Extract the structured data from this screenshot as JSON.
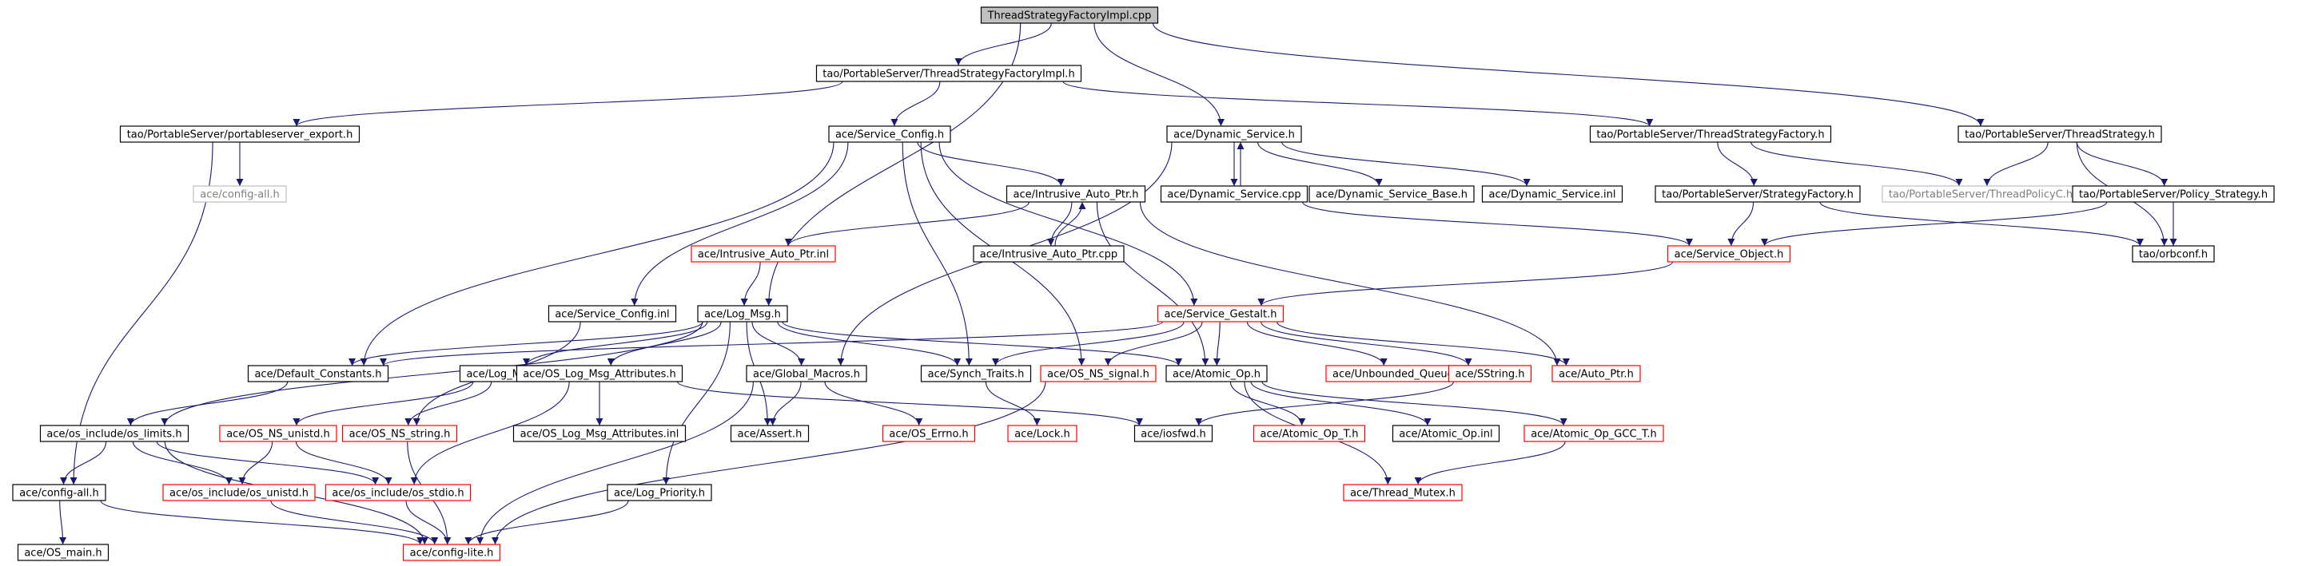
{
  "graph": {
    "root": "ThreadStrategyFactoryImpl.cpp",
    "palette": {
      "root_fill": "#bfbfbf",
      "root_stroke": "#000000",
      "normal_stroke": "#000000",
      "truncated_stroke": "#ff0000",
      "grey_stroke": "#bfbfbf",
      "grey_text": "#7f7f7f",
      "text": "#000000",
      "edge": "#191970"
    },
    "nodes": [
      {
        "id": "n_root",
        "label": "ThreadStrategyFactoryImpl.cpp",
        "kind": "root"
      },
      {
        "id": "n_tsfi_h",
        "label": "tao/PortableServer/ThreadStrategyFactoryImpl.h",
        "kind": "normal"
      },
      {
        "id": "n_pse",
        "label": "tao/PortableServer/portableserver_export.h",
        "kind": "normal"
      },
      {
        "id": "n_cfgall_grey",
        "label": "ace/config-all.h",
        "kind": "grey"
      },
      {
        "id": "n_svccfg",
        "label": "ace/Service_Config.h",
        "kind": "normal"
      },
      {
        "id": "n_dynsvc",
        "label": "ace/Dynamic_Service.h",
        "kind": "normal"
      },
      {
        "id": "n_tsf",
        "label": "tao/PortableServer/ThreadStrategyFactory.h",
        "kind": "normal"
      },
      {
        "id": "n_ts",
        "label": "tao/PortableServer/ThreadStrategy.h",
        "kind": "normal"
      },
      {
        "id": "n_iap",
        "label": "ace/Intrusive_Auto_Ptr.h",
        "kind": "normal"
      },
      {
        "id": "n_dyncpp",
        "label": "ace/Dynamic_Service.cpp",
        "kind": "normal"
      },
      {
        "id": "n_dynbase",
        "label": "ace/Dynamic_Service_Base.h",
        "kind": "normal"
      },
      {
        "id": "n_dyninl",
        "label": "ace/Dynamic_Service.inl",
        "kind": "normal"
      },
      {
        "id": "n_strat",
        "label": "tao/PortableServer/StrategyFactory.h",
        "kind": "normal"
      },
      {
        "id": "n_tpc",
        "label": "tao/PortableServer/ThreadPolicyC.h",
        "kind": "grey"
      },
      {
        "id": "n_pols",
        "label": "tao/PortableServer/Policy_Strategy.h",
        "kind": "normal"
      },
      {
        "id": "n_iapinl",
        "label": "ace/Intrusive_Auto_Ptr.inl",
        "kind": "truncated"
      },
      {
        "id": "n_iapcpp",
        "label": "ace/Intrusive_Auto_Ptr.cpp",
        "kind": "normal"
      },
      {
        "id": "n_svcobj",
        "label": "ace/Service_Object.h",
        "kind": "truncated"
      },
      {
        "id": "n_orbconf",
        "label": "tao/orbconf.h",
        "kind": "normal"
      },
      {
        "id": "n_svccfginl",
        "label": "ace/Service_Config.inl",
        "kind": "normal"
      },
      {
        "id": "n_logmsg",
        "label": "ace/Log_Msg.h",
        "kind": "normal"
      },
      {
        "id": "n_gestalt",
        "label": "ace/Service_Gestalt.h",
        "kind": "truncated"
      },
      {
        "id": "n_defc",
        "label": "ace/Default_Constants.h",
        "kind": "normal"
      },
      {
        "id": "n_logmsginl",
        "label": "ace/Log_Msg.inl",
        "kind": "normal"
      },
      {
        "id": "n_oslma",
        "label": "ace/OS_Log_Msg_Attributes.h",
        "kind": "normal"
      },
      {
        "id": "n_glob",
        "label": "ace/Global_Macros.h",
        "kind": "normal"
      },
      {
        "id": "n_sync",
        "label": "ace/Synch_Traits.h",
        "kind": "normal"
      },
      {
        "id": "n_ossig",
        "label": "ace/OS_NS_signal.h",
        "kind": "truncated"
      },
      {
        "id": "n_atomic",
        "label": "ace/Atomic_Op.h",
        "kind": "normal"
      },
      {
        "id": "n_unbq",
        "label": "ace/Unbounded_Queue.h",
        "kind": "truncated"
      },
      {
        "id": "n_sstr",
        "label": "ace/SString.h",
        "kind": "truncated"
      },
      {
        "id": "n_autoptr",
        "label": "ace/Auto_Ptr.h",
        "kind": "truncated"
      },
      {
        "id": "n_oslim",
        "label": "ace/os_include/os_limits.h",
        "kind": "normal"
      },
      {
        "id": "n_osunistd",
        "label": "ace/OS_NS_unistd.h",
        "kind": "truncated"
      },
      {
        "id": "n_osstring",
        "label": "ace/OS_NS_string.h",
        "kind": "truncated"
      },
      {
        "id": "n_oslmainl",
        "label": "ace/OS_Log_Msg_Attributes.inl",
        "kind": "normal"
      },
      {
        "id": "n_assert",
        "label": "ace/Assert.h",
        "kind": "normal"
      },
      {
        "id": "n_oserrno",
        "label": "ace/OS_Errno.h",
        "kind": "truncated"
      },
      {
        "id": "n_lock",
        "label": "ace/Lock.h",
        "kind": "truncated"
      },
      {
        "id": "n_iosfwd",
        "label": "ace/iosfwd.h",
        "kind": "normal"
      },
      {
        "id": "n_atomict",
        "label": "ace/Atomic_Op_T.h",
        "kind": "truncated"
      },
      {
        "id": "n_atomicinl",
        "label": "ace/Atomic_Op.inl",
        "kind": "normal"
      },
      {
        "id": "n_atomicgcc",
        "label": "ace/Atomic_Op_GCC_T.h",
        "kind": "truncated"
      },
      {
        "id": "n_cfgall",
        "label": "ace/config-all.h",
        "kind": "normal"
      },
      {
        "id": "n_osiunistd",
        "label": "ace/os_include/os_unistd.h",
        "kind": "truncated"
      },
      {
        "id": "n_osistdio",
        "label": "ace/os_include/os_stdio.h",
        "kind": "truncated"
      },
      {
        "id": "n_logprio",
        "label": "ace/Log_Priority.h",
        "kind": "normal"
      },
      {
        "id": "n_thrmutex",
        "label": "ace/Thread_Mutex.h",
        "kind": "truncated"
      },
      {
        "id": "n_osmain",
        "label": "ace/OS_main.h",
        "kind": "normal"
      },
      {
        "id": "n_cfglite",
        "label": "ace/config-lite.h",
        "kind": "truncated"
      }
    ],
    "edges": [
      [
        "n_root",
        "n_tsfi_h"
      ],
      [
        "n_root",
        "n_dynsvc"
      ],
      [
        "n_root",
        "n_ts"
      ],
      [
        "n_root",
        "n_logmsg"
      ],
      [
        "n_tsfi_h",
        "n_pse"
      ],
      [
        "n_tsfi_h",
        "n_svccfg"
      ],
      [
        "n_tsfi_h",
        "n_tsf"
      ],
      [
        "n_pse",
        "n_cfgall_grey"
      ],
      [
        "n_pse",
        "n_cfgall"
      ],
      [
        "n_svccfg",
        "n_iap"
      ],
      [
        "n_svccfg",
        "n_svccfginl"
      ],
      [
        "n_svccfg",
        "n_gestalt"
      ],
      [
        "n_svccfg",
        "n_defc"
      ],
      [
        "n_svccfg",
        "n_sync"
      ],
      [
        "n_svccfg",
        "n_ossig"
      ],
      [
        "n_dynsvc",
        "n_dyncpp"
      ],
      [
        "n_dynsvc",
        "n_dynbase"
      ],
      [
        "n_dynsvc",
        "n_dyninl"
      ],
      [
        "n_dynsvc",
        "n_glob"
      ],
      [
        "n_dyncpp",
        "n_dynsvc"
      ],
      [
        "n_dyncpp",
        "n_svcobj"
      ],
      [
        "n_tsf",
        "n_strat"
      ],
      [
        "n_tsf",
        "n_tpc"
      ],
      [
        "n_ts",
        "n_tpc"
      ],
      [
        "n_ts",
        "n_pols"
      ],
      [
        "n_ts",
        "n_orbconf"
      ],
      [
        "n_strat",
        "n_svcobj"
      ],
      [
        "n_strat",
        "n_orbconf"
      ],
      [
        "n_pols",
        "n_svcobj"
      ],
      [
        "n_pols",
        "n_orbconf"
      ],
      [
        "n_iap",
        "n_iapinl"
      ],
      [
        "n_iap",
        "n_iapcpp"
      ],
      [
        "n_iap",
        "n_atomic"
      ],
      [
        "n_iap",
        "n_autoptr"
      ],
      [
        "n_iapcpp",
        "n_iap"
      ],
      [
        "n_iapinl",
        "n_logmsg"
      ],
      [
        "n_svcobj",
        "n_gestalt"
      ],
      [
        "n_svccfginl",
        "n_osstring"
      ],
      [
        "n_logmsg",
        "n_defc"
      ],
      [
        "n_logmsg",
        "n_logmsginl"
      ],
      [
        "n_logmsg",
        "n_oslma"
      ],
      [
        "n_logmsg",
        "n_glob"
      ],
      [
        "n_logmsg",
        "n_sync"
      ],
      [
        "n_logmsg",
        "n_atomic"
      ],
      [
        "n_logmsg",
        "n_oslim"
      ],
      [
        "n_logmsg",
        "n_assert"
      ],
      [
        "n_logmsg",
        "n_logprio"
      ],
      [
        "n_gestalt",
        "n_defc"
      ],
      [
        "n_gestalt",
        "n_sync"
      ],
      [
        "n_gestalt",
        "n_ossig"
      ],
      [
        "n_gestalt",
        "n_atomic"
      ],
      [
        "n_gestalt",
        "n_unbq"
      ],
      [
        "n_gestalt",
        "n_sstr"
      ],
      [
        "n_gestalt",
        "n_autoptr"
      ],
      [
        "n_defc",
        "n_oslim"
      ],
      [
        "n_logmsginl",
        "n_osunistd"
      ],
      [
        "n_logmsginl",
        "n_osstring"
      ],
      [
        "n_oslma",
        "n_oslmainl"
      ],
      [
        "n_oslma",
        "n_osistdio"
      ],
      [
        "n_oslma",
        "n_iosfwd"
      ],
      [
        "n_glob",
        "n_assert"
      ],
      [
        "n_glob",
        "n_oserrno"
      ],
      [
        "n_glob",
        "n_cfglite"
      ],
      [
        "n_sync",
        "n_lock"
      ],
      [
        "n_ossig",
        "n_cfglite"
      ],
      [
        "n_atomic",
        "n_atomict"
      ],
      [
        "n_atomic",
        "n_atomicinl"
      ],
      [
        "n_atomic",
        "n_atomicgcc"
      ],
      [
        "n_atomic",
        "n_thrmutex"
      ],
      [
        "n_sstr",
        "n_iosfwd"
      ],
      [
        "n_oslim",
        "n_cfgall"
      ],
      [
        "n_oslim",
        "n_osiunistd"
      ],
      [
        "n_oslim",
        "n_osistdio"
      ],
      [
        "n_oslim",
        "n_cfglite"
      ],
      [
        "n_osunistd",
        "n_osiunistd"
      ],
      [
        "n_osunistd",
        "n_osistdio"
      ],
      [
        "n_osstring",
        "n_cfglite"
      ],
      [
        "n_atomicgcc",
        "n_thrmutex"
      ],
      [
        "n_cfgall",
        "n_osmain"
      ],
      [
        "n_cfgall",
        "n_cfglite"
      ],
      [
        "n_osiunistd",
        "n_cfglite"
      ],
      [
        "n_osistdio",
        "n_cfglite"
      ],
      [
        "n_logprio",
        "n_cfglite"
      ]
    ]
  }
}
